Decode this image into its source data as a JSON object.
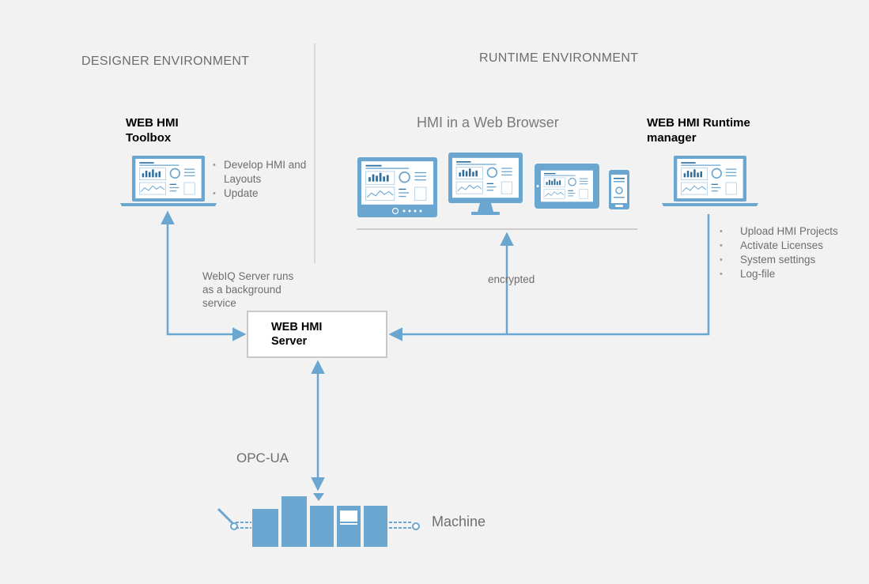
{
  "designer": {
    "heading": "DESIGNER ENVIRONMENT",
    "toolbox_title": "WEB HMI\nToolbox",
    "features": [
      "Develop HMI and Layouts",
      "Update"
    ]
  },
  "runtime": {
    "heading": "RUNTIME ENVIRONMENT",
    "browser_label": "HMI in a Web Browser",
    "manager_title": "WEB HMI Runtime\nmanager",
    "manager_features": [
      "Upload HMI Projects",
      "Activate Licenses",
      "System settings",
      "Log-file"
    ],
    "encrypted_label": "encrypted"
  },
  "server": {
    "title": "WEB HMI\nServer",
    "note": "WebIQ Server runs as a background service"
  },
  "protocol_label": "OPC-UA",
  "machine_label": "Machine",
  "icons": [
    "laptop-icon",
    "monitor-icon",
    "tablet-icon",
    "phone-icon",
    "machine-icon"
  ],
  "colors": {
    "accent": "#6aa6cf",
    "icon_dark": "#2f6e9c",
    "text_grey": "#6e6e6e"
  }
}
